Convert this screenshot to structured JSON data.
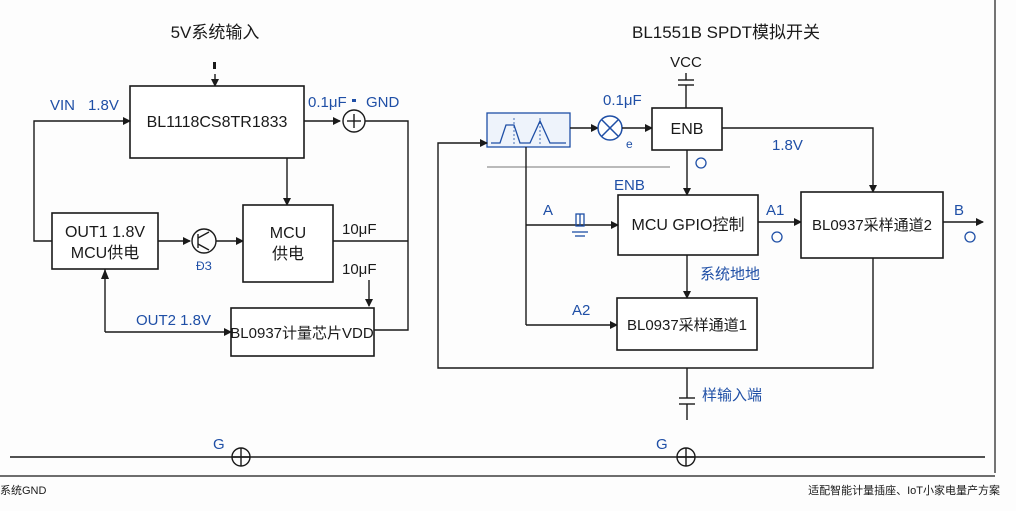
{
  "left": {
    "title": "5V系统输入",
    "ldo": "BL1118CS8TR1833",
    "vin_label": "VIN",
    "vin_voltage": "1.8V",
    "cap1": "0.1μF",
    "gnd": "GND",
    "out1_line1": "OUT1 1.8V",
    "out1_line2": "MCU供电",
    "mcu_line1": "MCU",
    "mcu_line2": "供电",
    "cap2": "10μF",
    "cap3": "10μF",
    "out2": "OUT2 1.8V",
    "bl0937_vdd": "BL0937计量芯片VDD",
    "small_tag": "ĐЗ"
  },
  "right": {
    "title": "BL1551B SPDT模拟开关",
    "vcc": "VCC",
    "cap": "0.1μF",
    "enb_box": "ENB",
    "v18": "1.8V",
    "enb_label": "ENB",
    "a": "A",
    "a1": "A1",
    "a2": "A2",
    "b": "B",
    "mcu_gpio": "MCU GPIO控制",
    "ch2": "BL0937采样通道2",
    "ch1": "BL0937采样通道1",
    "sys_gnd": "系统地地",
    "sample_in": "样输入端",
    "small_tag": "e"
  },
  "ground": {
    "g_left": "G",
    "g_right": "G"
  },
  "footer": {
    "left": "系统GND",
    "right": "适配智能计量插座、IoT小家电量产方案"
  }
}
